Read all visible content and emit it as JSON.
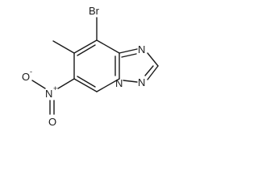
{
  "structure": {
    "atoms": {
      "br": "Br",
      "n_ring_top": "N",
      "n_ring_bottom_right": "N",
      "n_ring_fused": "N",
      "n_nitro": "N",
      "o_nitro_top": "O",
      "o_nitro_bottom": "O"
    },
    "charges": {
      "n_nitro": "+",
      "o_nitro_top": "-"
    }
  }
}
